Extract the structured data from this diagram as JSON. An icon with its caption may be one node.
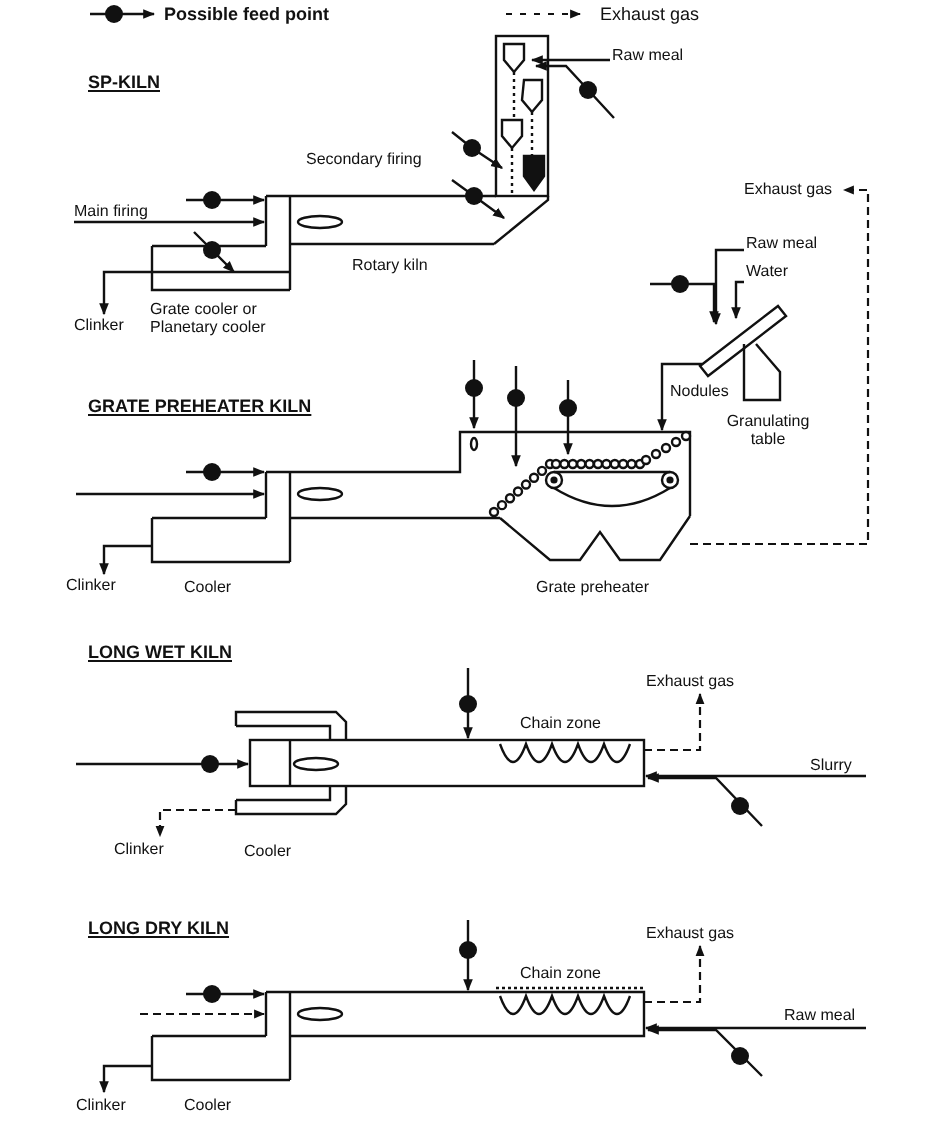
{
  "diagram": {
    "nodes": [
      {
        "text": [],
        "shape": "picture"
      },
      {
        "text": [
          "Raw meal"
        ]
      },
      {
        "text": [
          "Main firing"
        ]
      },
      {
        "text": [
          "Clinker"
        ]
      },
      {
        "text": [],
        "shape": "picture"
      },
      {
        "text": [],
        "shape": "picture",
        "beside": [
          "Granulating table"
        ]
      },
      {
        "text": [
          "Exhaust gas"
        ]
      },
      {
        "text": [
          "Raw meal"
        ]
      },
      {
        "text": [
          "Water"
        ]
      },
      {
        "text": [
          "Clinker"
        ]
      },
      {
        "text": [],
        "shape": "picture"
      },
      {
        "text": [
          "Exhaust gas"
        ]
      },
      {
        "text": [
          "Slurry"
        ]
      },
      {
        "text": [
          "Clinker"
        ]
      },
      {
        "text": [],
        "shape": "picture"
      },
      {
        "text": [
          "Exhaust gas"
        ]
      },
      {
        "text": [
          "Raw meal"
        ]
      },
      {
        "text": [
          "Clinker"
        ]
      }
    ],
    "edges": [
      {
        "from": 1,
        "to": 0,
        "arrow": "to"
      },
      {
        "from": 2,
        "to": 0,
        "arrow": "to"
      },
      {
        "from": 0,
        "to": 3,
        "arrow": "to"
      },
      {
        "from": null,
        "to": 0,
        "arrow": "to"
      },
      {
        "from": null,
        "to": 0,
        "arrow": "to"
      },
      {
        "from": null,
        "to": 0,
        "arrow": "to"
      },
      {
        "from": null,
        "to": 0,
        "arrow": "to"
      },
      {
        "from": null,
        "to": 0,
        "arrow": "to"
      },
      {
        "from": 5,
        "to": 4,
        "arrow": "to",
        "label": "Nodules"
      },
      {
        "from": 7,
        "to": 5,
        "arrow": "to"
      },
      {
        "from": 8,
        "to": 5,
        "arrow": "to"
      },
      {
        "from": null,
        "to": 5,
        "arrow": "to"
      },
      {
        "from": 4,
        "to": 6,
        "arrow": "to",
        "style": "dashed"
      },
      {
        "from": 4,
        "to": 9,
        "arrow": "to"
      },
      {
        "from": null,
        "to": 4,
        "arrow": "to"
      },
      {
        "from": null,
        "to": 4,
        "arrow": "to"
      },
      {
        "from": null,
        "to": 4,
        "arrow": "to"
      },
      {
        "from": null,
        "to": 4,
        "arrow": "to"
      },
      {
        "from": null,
        "to": 4,
        "arrow": "to"
      },
      {
        "from": 10,
        "to": 11,
        "arrow": "to",
        "style": "dashed"
      },
      {
        "from": 12,
        "to": 10,
        "arrow": "to"
      },
      {
        "from": 10,
        "to": 13,
        "arrow": "to",
        "style": "dashed"
      },
      {
        "from": null,
        "to": 10,
        "arrow": "to"
      },
      {
        "from": null,
        "to": 10,
        "arrow": "to"
      },
      {
        "from": null,
        "to": 10,
        "arrow": "to"
      },
      {
        "from": 14,
        "to": 15,
        "arrow": "to",
        "style": "dashed"
      },
      {
        "from": 16,
        "to": 14,
        "arrow": "to"
      },
      {
        "from": 14,
        "to": 17,
        "arrow": "to"
      },
      {
        "from": null,
        "to": 14,
        "arrow": "to"
      },
      {
        "from": null,
        "to": 14,
        "arrow": "to"
      },
      {
        "from": null,
        "to": 14,
        "arrow": "to",
        "style": "dashed"
      },
      {
        "from": null,
        "to": 14,
        "arrow": "to"
      }
    ],
    "labels": [
      "SP-KILN",
      "Secondary firing",
      "Rotary kiln",
      "Grate cooler or Planetary cooler",
      "GRATE PREHEATER KILN",
      "Cooler",
      "Grate preheater",
      "LONG WET KILN",
      "Chain zone",
      "Cooler",
      "LONG DRY KILN",
      "Chain zone",
      "Cooler"
    ],
    "legend": [
      {
        "text": "Possible feed point"
      },
      {
        "text": "Exhaust gas"
      }
    ]
  }
}
